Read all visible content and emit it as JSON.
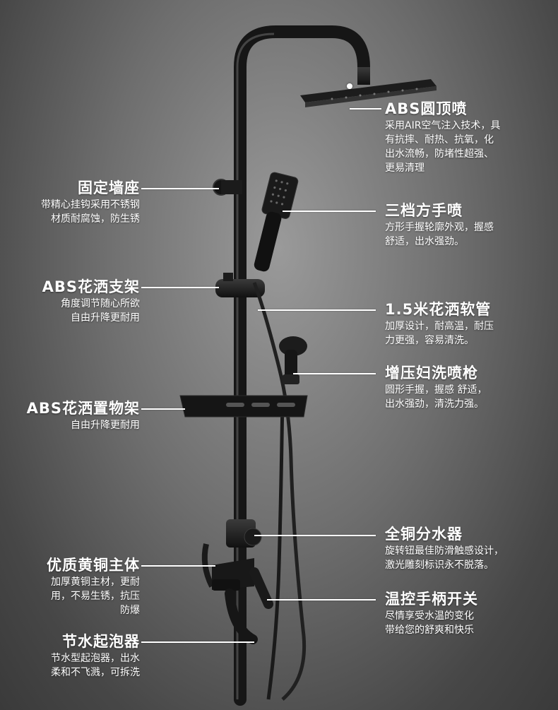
{
  "callouts": {
    "abs_top_shower": {
      "title": "ABS圆顶喷",
      "desc": "采用AIR空气注入技术，具\n有抗摔、耐热、抗氧，化\n出水流畅，防堵性超强、\n更易清理"
    },
    "wall_mount": {
      "title": "固定墙座",
      "desc": "带精心挂钩采用不锈钢\n材质耐腐蚀，防生锈"
    },
    "hand_shower": {
      "title": "三档方手喷",
      "desc": "方形手握轮廓外观，握感\n舒适，出水强劲。"
    },
    "shower_bracket": {
      "title": "ABS花洒支架",
      "desc": "角度调节随心所欲\n自由升降更耐用"
    },
    "hose": {
      "title": "1.5米花洒软管",
      "desc": "加厚设计，耐高温，耐压\n力更强，容易清洗。"
    },
    "bidet_spray": {
      "title": "增压妇洗喷枪",
      "desc": "圆形手握，握感 舒适，\n出水强劲，清洗力强。"
    },
    "shelf": {
      "title": "ABS花洒置物架",
      "desc": "自由升降更耐用"
    },
    "diverter": {
      "title": "全铜分水器",
      "desc": "旋转钮最佳防滑触感设计，\n激光雕刻标识永不脱落。"
    },
    "brass_body": {
      "title": "优质黄铜主体",
      "desc": "加厚黄铜主材，更耐\n用，不易生锈，抗压\n防爆"
    },
    "thermo_handle": {
      "title": "温控手柄开关",
      "desc": "尽情享受水温的变化\n带给您的舒爽和快乐"
    },
    "aerator": {
      "title": "节水起泡器",
      "desc": "节水型起泡器，出水\n柔和不飞溅，可拆洗"
    }
  }
}
